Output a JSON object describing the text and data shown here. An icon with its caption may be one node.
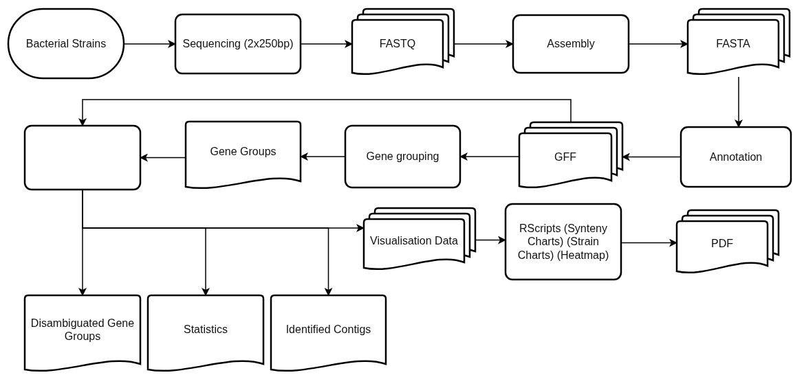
{
  "diagram": {
    "nodes": [
      {
        "text": [
          "Bacterial Strains"
        ]
      },
      {
        "text": [
          "Sequencing (2x250bp)"
        ]
      },
      {
        "text": [
          "FASTQ"
        ]
      },
      {
        "text": [
          "Assembly"
        ]
      },
      {
        "text": [
          "FASTA"
        ]
      },
      {
        "text": [
          "Annotation"
        ]
      },
      {
        "text": [
          "GFF"
        ]
      },
      {
        "text": [
          "Gene grouping"
        ]
      },
      {
        "text": [
          "Gene Groups"
        ]
      },
      {
        "text": [],
        "shape": "box"
      },
      {
        "text": [
          "Visualisation Data"
        ]
      },
      {
        "text": [
          "RScripts (Synteny Charts) (Strain Charts) (Heatmap)"
        ]
      },
      {
        "text": [
          "PDF"
        ]
      },
      {
        "text": [
          "Disambiguated Gene Groups"
        ]
      },
      {
        "text": [
          "Statistics"
        ]
      },
      {
        "text": [
          "Identified Contigs"
        ]
      }
    ],
    "edges": [
      {
        "from": 0,
        "to": 1,
        "arrow": "to"
      },
      {
        "from": 1,
        "to": 2,
        "arrow": "to"
      },
      {
        "from": 2,
        "to": 3,
        "arrow": "to"
      },
      {
        "from": 3,
        "to": 4,
        "arrow": "to"
      },
      {
        "from": 4,
        "to": 5,
        "arrow": "to"
      },
      {
        "from": 5,
        "to": 6,
        "arrow": "to"
      },
      {
        "from": 6,
        "to": 7,
        "arrow": "to"
      },
      {
        "from": 7,
        "to": 8,
        "arrow": "to"
      },
      {
        "from": 8,
        "to": 9,
        "arrow": "to"
      },
      {
        "from": 6,
        "to": 9,
        "arrow": "to"
      },
      {
        "from": 9,
        "to": 13,
        "arrow": "to"
      },
      {
        "from": 9,
        "to": 10,
        "arrow": "to"
      },
      {
        "from": 9,
        "to": 14,
        "arrow": "to"
      },
      {
        "from": 9,
        "to": 15,
        "arrow": "to"
      },
      {
        "from": 10,
        "to": 11,
        "arrow": "to"
      },
      {
        "from": 11,
        "to": 12,
        "arrow": "to"
      }
    ]
  }
}
